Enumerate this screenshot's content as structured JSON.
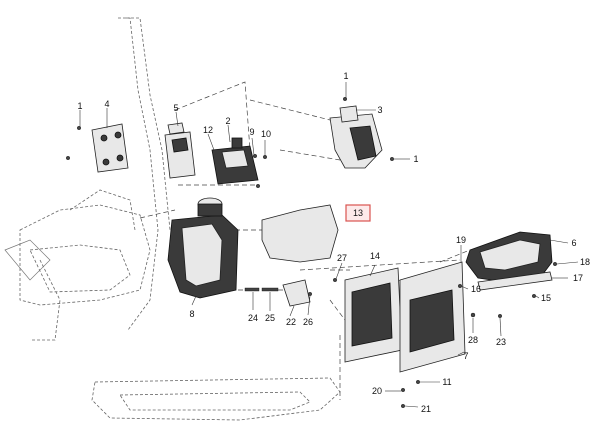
{
  "callouts": [
    {
      "label": "1",
      "highlight": false
    },
    {
      "label": "4",
      "highlight": false
    },
    {
      "label": "5",
      "highlight": false
    },
    {
      "label": "12",
      "highlight": false
    },
    {
      "label": "2",
      "highlight": false
    },
    {
      "label": "9",
      "highlight": false
    },
    {
      "label": "10",
      "highlight": false
    },
    {
      "label": "1",
      "highlight": false
    },
    {
      "label": "3",
      "highlight": false
    },
    {
      "label": "1",
      "highlight": false
    },
    {
      "label": "13",
      "highlight": true
    },
    {
      "label": "19",
      "highlight": false
    },
    {
      "label": "6",
      "highlight": false
    },
    {
      "label": "18",
      "highlight": false
    },
    {
      "label": "17",
      "highlight": false
    },
    {
      "label": "15",
      "highlight": false
    },
    {
      "label": "16",
      "highlight": false
    },
    {
      "label": "14",
      "highlight": false
    },
    {
      "label": "27",
      "highlight": false
    },
    {
      "label": "8",
      "highlight": false
    },
    {
      "label": "24",
      "highlight": false
    },
    {
      "label": "25",
      "highlight": false
    },
    {
      "label": "22",
      "highlight": false
    },
    {
      "label": "26",
      "highlight": false
    },
    {
      "label": "28",
      "highlight": false
    },
    {
      "label": "23",
      "highlight": false
    },
    {
      "label": "7",
      "highlight": false
    },
    {
      "label": "20",
      "highlight": false
    },
    {
      "label": "11",
      "highlight": false
    },
    {
      "label": "21",
      "highlight": false
    }
  ],
  "colors": {
    "highlight_border": "#d9534f",
    "highlight_fill": "#fdeaea",
    "line": "#333333",
    "part_dark": "#3a3a3a"
  }
}
